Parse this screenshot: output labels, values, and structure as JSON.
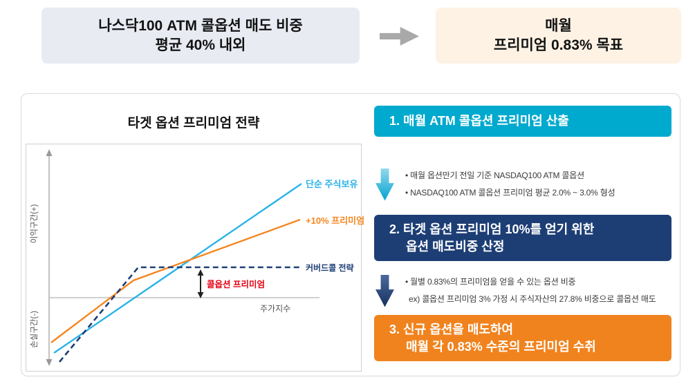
{
  "banner": {
    "left": {
      "lines": [
        "나스닥100 ATM 콜옵션 매도 비중",
        "평균 40% 내외"
      ]
    },
    "arrow_icon": "right-block-arrow",
    "right": {
      "lines": [
        "매월",
        "프리미엄 0.83% 목표"
      ]
    }
  },
  "panel": {
    "chart": {
      "title": "타겟 옵션 프리미엄 전략",
      "axis": {
        "y_positive": "이익구간(+)",
        "y_negative": "손실구간(-)",
        "x": "주가지수"
      },
      "series": [
        {
          "name": "단순 주식보유",
          "color": "#29b3e8",
          "style": "solid"
        },
        {
          "name": "+10% 프리미엄",
          "color": "#f5861f",
          "style": "solid"
        },
        {
          "name": "커버드콜 전략",
          "color": "#1d3e75",
          "style": "dashed"
        }
      ],
      "annotation": {
        "label": "콜옵션 프리미엄",
        "color": "#e60012"
      }
    },
    "steps": [
      {
        "accent_color": "#00a9ce",
        "title_lines": [
          "1. 매월 ATM 콜옵션 프리미엄 산출"
        ],
        "notes": [
          "• 매월 옵션만기 전일 기준 NASDAQ100 ATM 콜옵션",
          "• NASDAQ100 ATM 콜옵션 프리미엄 평균 2.0% ~ 3.0% 형성"
        ]
      },
      {
        "accent_color": "#1d3e75",
        "title_lines": [
          "2. 타겟 옵션 프리미엄 10%를 얻기 위한",
          "옵션 매도비중 산정"
        ],
        "notes": [
          "• 월별 0.83%의 프리미엄을 얻을 수 있는 옵션 비중",
          "ex) 콜옵션 프리미엄 3% 가정 시 주식자산의 27.8% 비중으로 콜옵션 매도"
        ]
      },
      {
        "accent_color": "#f0831e",
        "title_lines": [
          "3. 신규 옵션을 매도하여",
          "매월 각 0.83% 수준의 프리미엄 수취"
        ],
        "notes": []
      }
    ]
  }
}
